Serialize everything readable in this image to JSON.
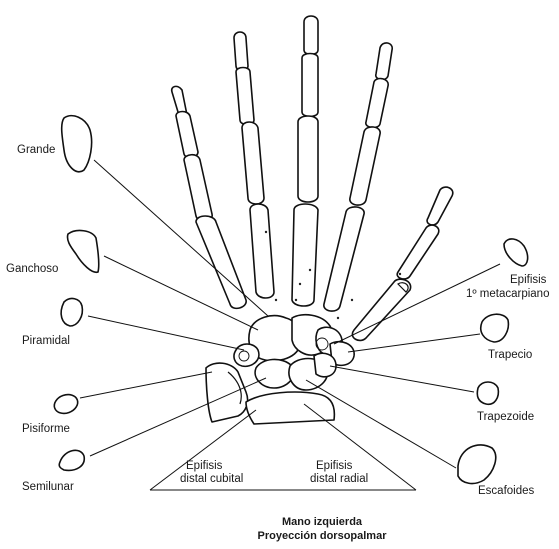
{
  "labels": {
    "grande": "Grande",
    "ganchoso": "Ganchoso",
    "piramidal": "Piramidal",
    "pisiforme": "Pisiforme",
    "semilunar": "Semilunar",
    "epifisis_1met_line1": "Epifisis",
    "epifisis_1met_line2": "1º metacarpiano",
    "trapecio": "Trapecio",
    "trapezoide": "Trapezoide",
    "escafoides": "Escafoides",
    "epifisis_cubital_line1": "Epifisis",
    "epifisis_cubital_line2": "distal cubital",
    "epifisis_radial_line1": "Epifisis",
    "epifisis_radial_line2": "distal radial"
  },
  "caption": {
    "line1": "Mano izquierda",
    "line2": "Proyección dorsopalmar"
  }
}
